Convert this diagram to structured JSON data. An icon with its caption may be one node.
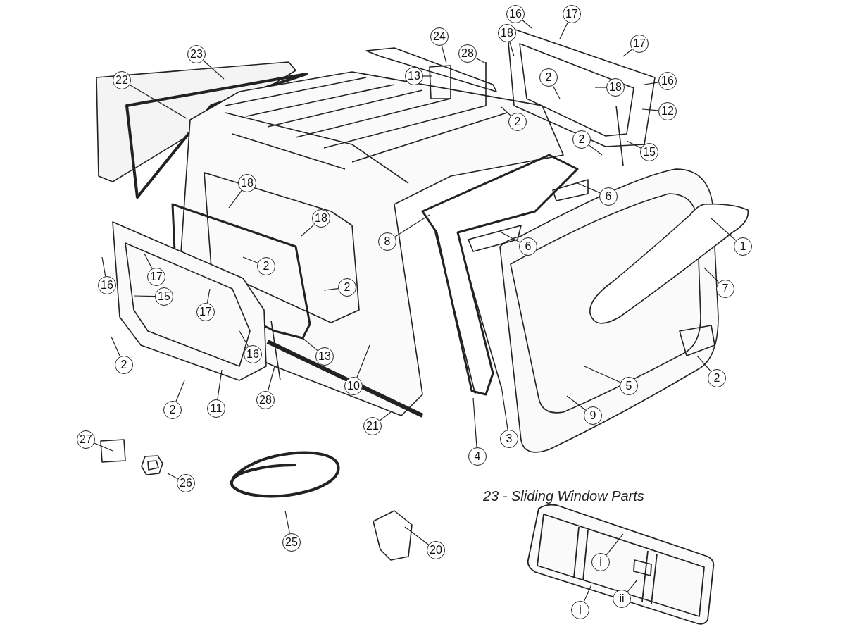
{
  "diagram": {
    "nodes": [
      {
        "text": [
          "1"
        ]
      },
      {
        "text": [
          "2"
        ]
      },
      {
        "text": [
          "2"
        ]
      },
      {
        "text": [
          "2"
        ]
      },
      {
        "text": [
          "2"
        ]
      },
      {
        "text": [
          "2"
        ]
      },
      {
        "text": [
          "2"
        ]
      },
      {
        "text": [
          "2"
        ]
      },
      {
        "text": [
          "2"
        ]
      },
      {
        "text": [
          "3"
        ]
      },
      {
        "text": [
          "4"
        ]
      },
      {
        "text": [
          "5"
        ]
      },
      {
        "text": [
          "6"
        ]
      },
      {
        "text": [
          "6"
        ]
      },
      {
        "text": [
          "7"
        ]
      },
      {
        "text": [
          "8"
        ]
      },
      {
        "text": [
          "9"
        ]
      },
      {
        "text": [
          "10"
        ]
      },
      {
        "text": [
          "11"
        ]
      },
      {
        "text": [
          "12"
        ]
      },
      {
        "text": [
          "13"
        ]
      },
      {
        "text": [
          "13"
        ]
      },
      {
        "text": [
          "15"
        ]
      },
      {
        "text": [
          "15"
        ]
      },
      {
        "text": [
          "16"
        ]
      },
      {
        "text": [
          "16"
        ]
      },
      {
        "text": [
          "16"
        ]
      },
      {
        "text": [
          "16"
        ]
      },
      {
        "text": [
          "17"
        ]
      },
      {
        "text": [
          "17"
        ]
      },
      {
        "text": [
          "17"
        ]
      },
      {
        "text": [
          "17"
        ]
      },
      {
        "text": [
          "18"
        ]
      },
      {
        "text": [
          "18"
        ]
      },
      {
        "text": [
          "18"
        ]
      },
      {
        "text": [
          "18"
        ]
      },
      {
        "text": [
          "20"
        ]
      },
      {
        "text": [
          "21"
        ]
      },
      {
        "text": [
          "22"
        ]
      },
      {
        "text": [
          "23"
        ]
      },
      {
        "text": [
          "24"
        ]
      },
      {
        "text": [
          "25"
        ]
      },
      {
        "text": [
          "26"
        ]
      },
      {
        "text": [
          "27"
        ]
      },
      {
        "text": [
          "28"
        ]
      },
      {
        "text": [
          "28"
        ]
      },
      {
        "text": [
          "i"
        ]
      },
      {
        "text": [
          "i"
        ]
      },
      {
        "text": [
          "ii"
        ]
      }
    ],
    "edges": [
      {
        "from": 0,
        "to": null,
        "arrow": "none"
      },
      {
        "from": 1,
        "to": null,
        "arrow": "none"
      },
      {
        "from": 2,
        "to": null,
        "arrow": "none"
      },
      {
        "from": 3,
        "to": null,
        "arrow": "none"
      },
      {
        "from": 4,
        "to": null,
        "arrow": "none"
      },
      {
        "from": 5,
        "to": null,
        "arrow": "none"
      },
      {
        "from": 6,
        "to": null,
        "arrow": "none"
      },
      {
        "from": 7,
        "to": null,
        "arrow": "none"
      },
      {
        "from": 8,
        "to": null,
        "arrow": "none"
      },
      {
        "from": 9,
        "to": null,
        "arrow": "none"
      },
      {
        "from": 10,
        "to": null,
        "arrow": "none"
      },
      {
        "from": 11,
        "to": null,
        "arrow": "none"
      },
      {
        "from": 12,
        "to": null,
        "arrow": "none"
      },
      {
        "from": 13,
        "to": null,
        "arrow": "none"
      },
      {
        "from": 14,
        "to": null,
        "arrow": "none"
      },
      {
        "from": 15,
        "to": null,
        "arrow": "none"
      },
      {
        "from": 16,
        "to": null,
        "arrow": "none"
      },
      {
        "from": 17,
        "to": null,
        "arrow": "none"
      },
      {
        "from": 18,
        "to": null,
        "arrow": "none"
      },
      {
        "from": 19,
        "to": null,
        "arrow": "none"
      },
      {
        "from": 20,
        "to": null,
        "arrow": "none"
      },
      {
        "from": 21,
        "to": null,
        "arrow": "none"
      },
      {
        "from": 22,
        "to": null,
        "arrow": "none"
      },
      {
        "from": 23,
        "to": null,
        "arrow": "none"
      },
      {
        "from": 24,
        "to": null,
        "arrow": "none"
      },
      {
        "from": 25,
        "to": null,
        "arrow": "none"
      },
      {
        "from": 26,
        "to": null,
        "arrow": "none"
      },
      {
        "from": 27,
        "to": null,
        "arrow": "none"
      },
      {
        "from": 28,
        "to": null,
        "arrow": "none"
      },
      {
        "from": 29,
        "to": null,
        "arrow": "none"
      },
      {
        "from": 30,
        "to": null,
        "arrow": "none"
      },
      {
        "from": 31,
        "to": null,
        "arrow": "none"
      },
      {
        "from": 32,
        "to": null,
        "arrow": "none"
      },
      {
        "from": 33,
        "to": null,
        "arrow": "none"
      },
      {
        "from": 34,
        "to": null,
        "arrow": "none"
      },
      {
        "from": 35,
        "to": null,
        "arrow": "none"
      },
      {
        "from": 36,
        "to": null,
        "arrow": "none"
      },
      {
        "from": 37,
        "to": null,
        "arrow": "none"
      },
      {
        "from": 38,
        "to": null,
        "arrow": "none"
      },
      {
        "from": 39,
        "to": null,
        "arrow": "none"
      },
      {
        "from": 40,
        "to": null,
        "arrow": "none"
      },
      {
        "from": 41,
        "to": null,
        "arrow": "none"
      },
      {
        "from": 42,
        "to": null,
        "arrow": "none"
      },
      {
        "from": 43,
        "to": null,
        "arrow": "none"
      },
      {
        "from": 44,
        "to": null,
        "arrow": "none"
      },
      {
        "from": 45,
        "to": null,
        "arrow": "none"
      },
      {
        "from": 46,
        "to": null,
        "arrow": "none"
      },
      {
        "from": 47,
        "to": null,
        "arrow": "none"
      },
      {
        "from": 48,
        "to": null,
        "arrow": "none"
      }
    ],
    "labels": [
      "23 - Sliding Window Parts"
    ]
  }
}
